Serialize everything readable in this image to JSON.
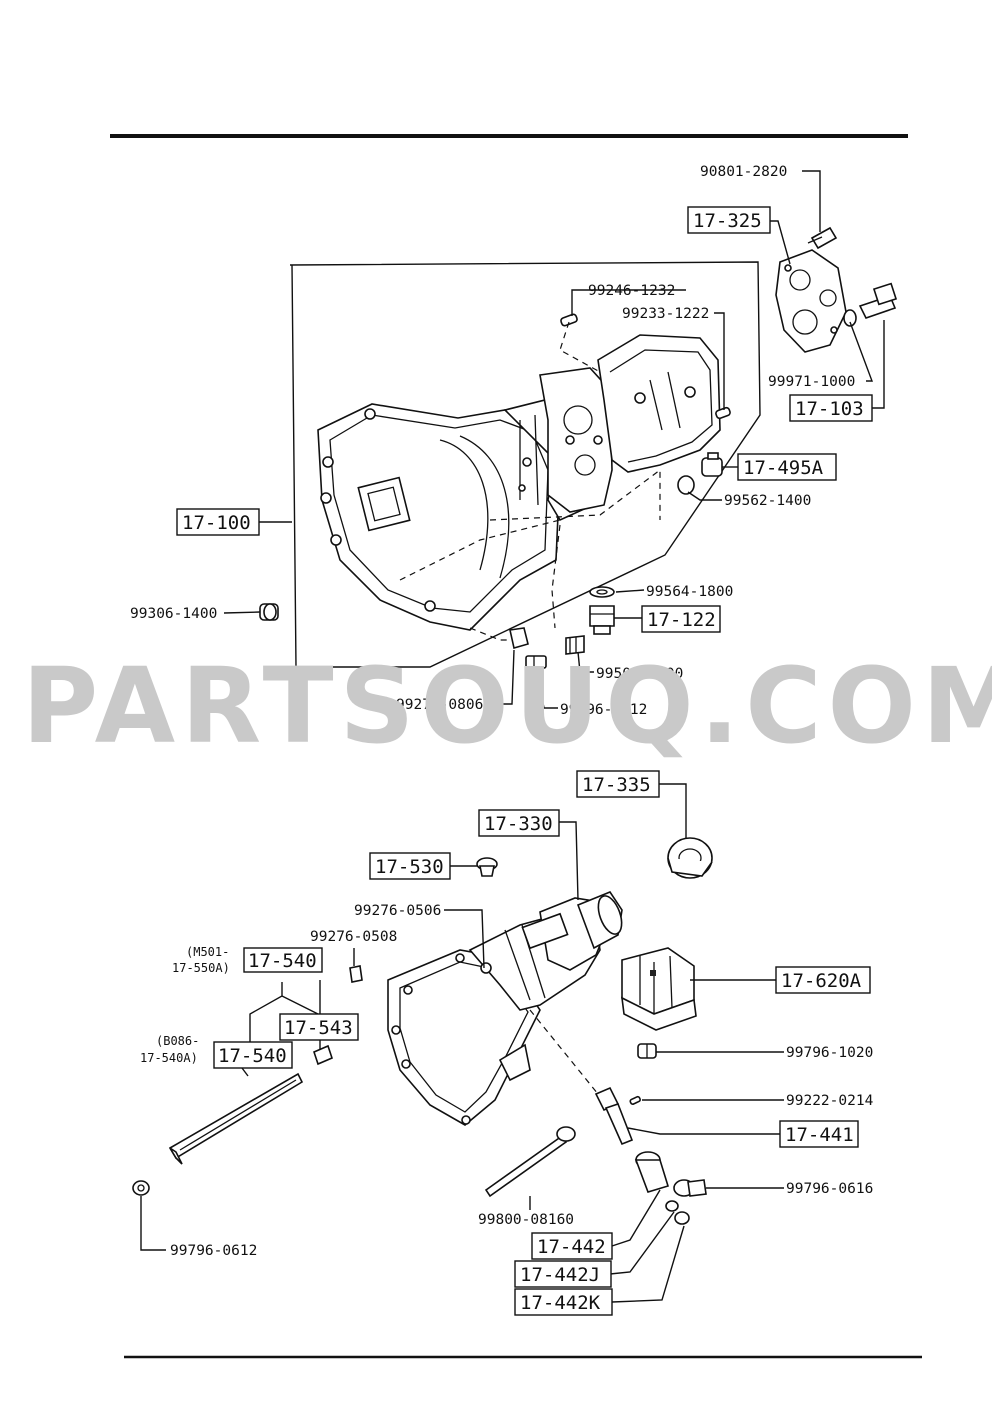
{
  "watermark": "PARTSOUQ.COM",
  "callouts": {
    "c_17_325": "17-325",
    "c_17_103": "17-103",
    "c_17_495A": "17-495A",
    "c_17_100": "17-100",
    "c_17_122": "17-122",
    "c_17_335": "17-335",
    "c_17_330": "17-330",
    "c_17_530": "17-530",
    "c_17_540_a": "17-540",
    "c_17_543": "17-543",
    "c_17_540_b": "17-540",
    "c_17_620A": "17-620A",
    "c_17_441": "17-441",
    "c_17_442": "17-442",
    "c_17_442J": "17-442J",
    "c_17_442K": "17-442K"
  },
  "part_numbers": {
    "p_90801_2820": "90801-2820",
    "p_99246_1232": "99246-1232",
    "p_99233_1222": "99233-1222",
    "p_99971_1000": "99971-1000",
    "p_99562_1400": "99562-1400",
    "p_99564_1800": "99564-1800",
    "p_99306_1400": "99306-1400",
    "p_99502_4000": "99502-4000",
    "p_99276_0806": "99276-0806",
    "p_99796_0612_top": "99796-0612",
    "p_99276_0506": "99276-0506",
    "p_99276_0508": "99276-0508",
    "p_99796_1020": "99796-1020",
    "p_99222_0214": "99222-0214",
    "p_99796_0616": "99796-0616",
    "p_99800_08160": "99800-08160",
    "p_99796_0612_bottom": "99796-0612"
  },
  "notes": {
    "m501_line1": "(M501-",
    "m501_line2": "17-550A)",
    "b086_line1": "(B086-",
    "b086_line2": "17-540A)"
  }
}
